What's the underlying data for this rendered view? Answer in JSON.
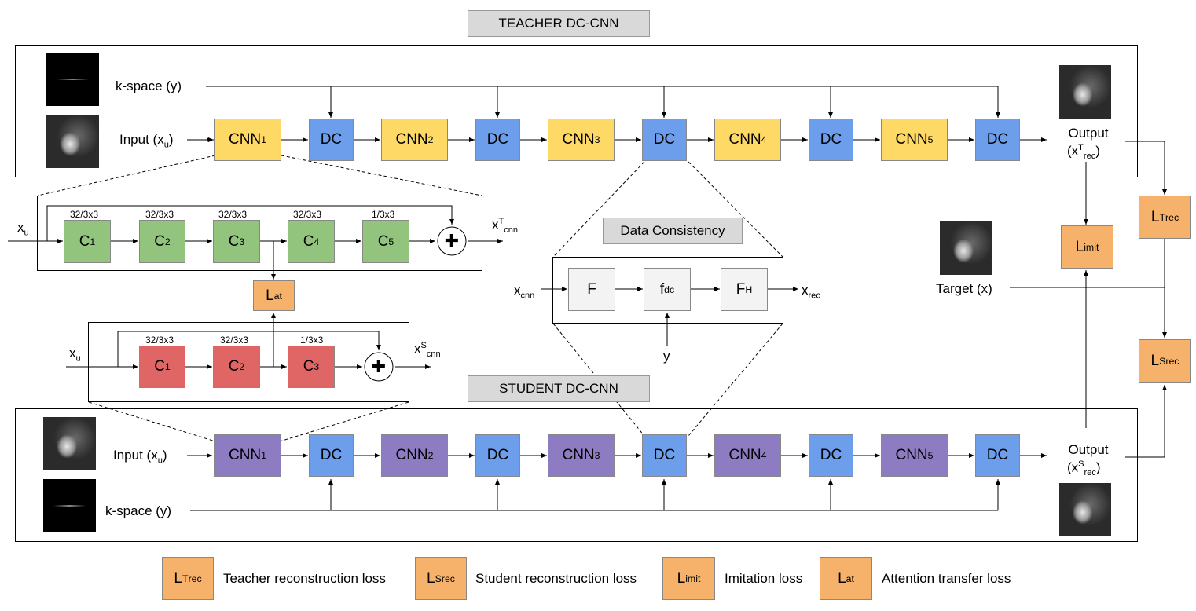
{
  "teacher_header": "TEACHER DC-CNN",
  "student_header": "STUDENT DC-CNN",
  "kspace_label": "k-space (y)",
  "input_label": "Input (x",
  "input_sub": "u",
  "output_label": "Output",
  "target_label": "Target (x)",
  "cnn_label": "CNN",
  "dc_label": "DC",
  "teacher_cnn_subs": [
    "1",
    "2",
    "3",
    "4",
    "5"
  ],
  "student_cnn_subs": [
    "1",
    "2",
    "3",
    "4",
    "5"
  ],
  "teacher_conv_specs": [
    "32/3x3",
    "32/3x3",
    "32/3x3",
    "32/3x3",
    "1/3x3"
  ],
  "student_conv_specs": [
    "32/3x3",
    "32/3x3",
    "1/3x3"
  ],
  "conv_label": "C",
  "teacher_conv_subs": [
    "1",
    "2",
    "3",
    "4",
    "5"
  ],
  "student_conv_subs": [
    "1",
    "2",
    "3"
  ],
  "xu": "x",
  "xu_sub": "u",
  "x_cnn_t_sup": "T",
  "x_cnn_sub": "cnn",
  "x_cnn_s_sup": "S",
  "data_consistency_title": "Data Consistency",
  "dc_blocks": {
    "f": "F",
    "fdc": "f",
    "fdc_sub": "dc",
    "fh": "F",
    "fh_sup": "H"
  },
  "dc_input_sub": "cnn",
  "dc_output_sub": "rec",
  "dc_y": "y",
  "loss_L": "L",
  "loss_at_sub": "at",
  "loss_imit_sub": "imit",
  "loss_rec_sub": "rec",
  "loss_t_sup": "T",
  "loss_s_sup": "S",
  "legend": [
    {
      "sup": "T",
      "sub": "rec",
      "text": "Teacher reconstruction loss"
    },
    {
      "sup": "S",
      "sub": "rec",
      "text": "Student reconstruction loss"
    },
    {
      "sup": "",
      "sub": "imit",
      "text": "Imitation loss"
    },
    {
      "sup": "",
      "sub": "at",
      "text": "Attention transfer loss"
    }
  ],
  "colors": {
    "teacher_cnn": "#ffd966",
    "student_cnn": "#8e7cc3",
    "dc": "#6d9eeb",
    "teacher_conv": "#93c47d",
    "student_conv": "#e06666",
    "loss": "#f6b26b"
  }
}
